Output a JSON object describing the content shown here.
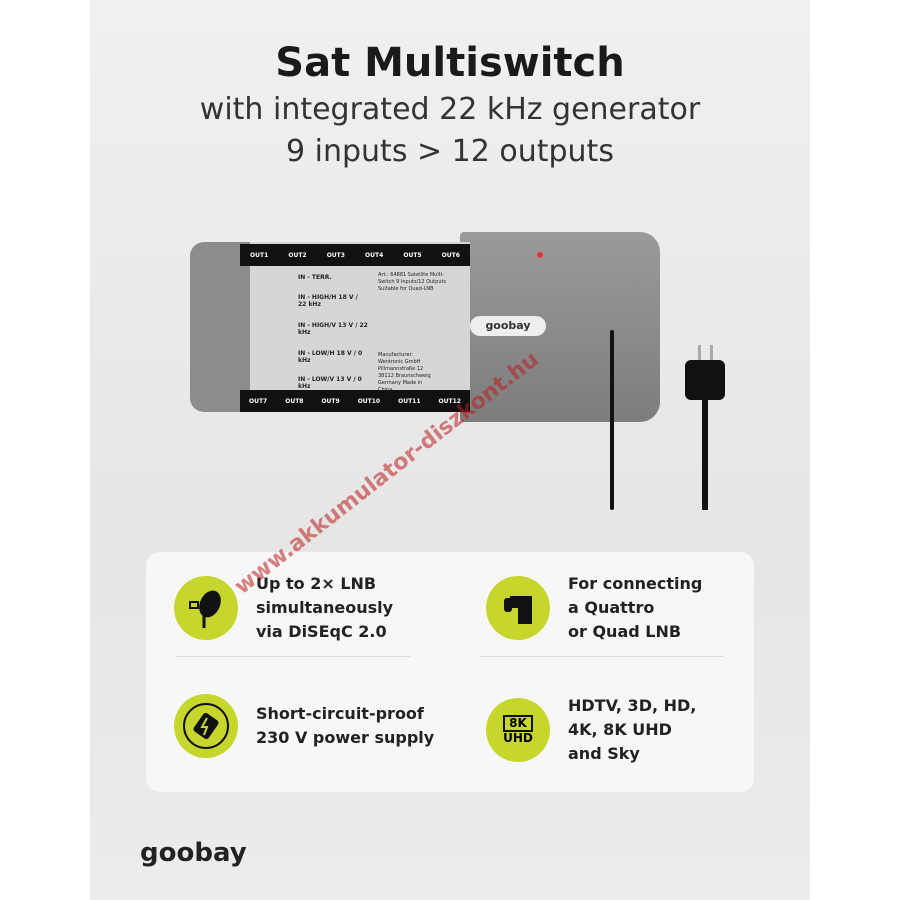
{
  "header": {
    "title": "Sat Multiswitch",
    "subtitle_1": "with integrated 22 kHz generator",
    "subtitle_2": "9 inputs > 12 outputs"
  },
  "device": {
    "outputs_top": [
      "OUT1",
      "OUT2",
      "OUT3",
      "OUT4",
      "OUT5",
      "OUT6"
    ],
    "outputs_bottom": [
      "OUT7",
      "OUT8",
      "OUT9",
      "OUT10",
      "OUT11",
      "OUT12"
    ],
    "inputs": [
      "IN - TERR.",
      "IN - HIGH/H 18 V / 22 kHz",
      "IN - HIGH/V 13 V / 22 kHz",
      "IN - LOW/H 18 V / 0 kHz",
      "IN - LOW/V 13 V / 0 kHz"
    ],
    "spec_title": "Art.: 64881 Satellite Multi-Switch 9 Inputs/12 Outputs Suitable for Quad-LNB",
    "manufacturer": "Manufacturer: Wentronic GmbH Pillmannstraße 12 38112 Braunschweig Germany Made in China",
    "badge": "goobay"
  },
  "features": [
    {
      "icon": "satellite-dish-icon",
      "text": "Up to 2× LNB\nsimultaneously\nvia DiSEqC 2.0"
    },
    {
      "icon": "lnb-icon",
      "text": "For connecting\na Quattro\nor Quad LNB"
    },
    {
      "icon": "power-supply-icon",
      "text": "Short-circuit-proof\n230 V power supply"
    },
    {
      "icon": "8k-uhd-icon",
      "text": "HDTV, 3D, HD,\n4K, 8K UHD\nand Sky",
      "icon_top": "8K",
      "icon_bottom": "UHD"
    }
  ],
  "footer": {
    "brand": "goobay"
  },
  "watermark": "www.akkumulator-diszkont.hu",
  "colors": {
    "accent": "#c6d62c"
  }
}
